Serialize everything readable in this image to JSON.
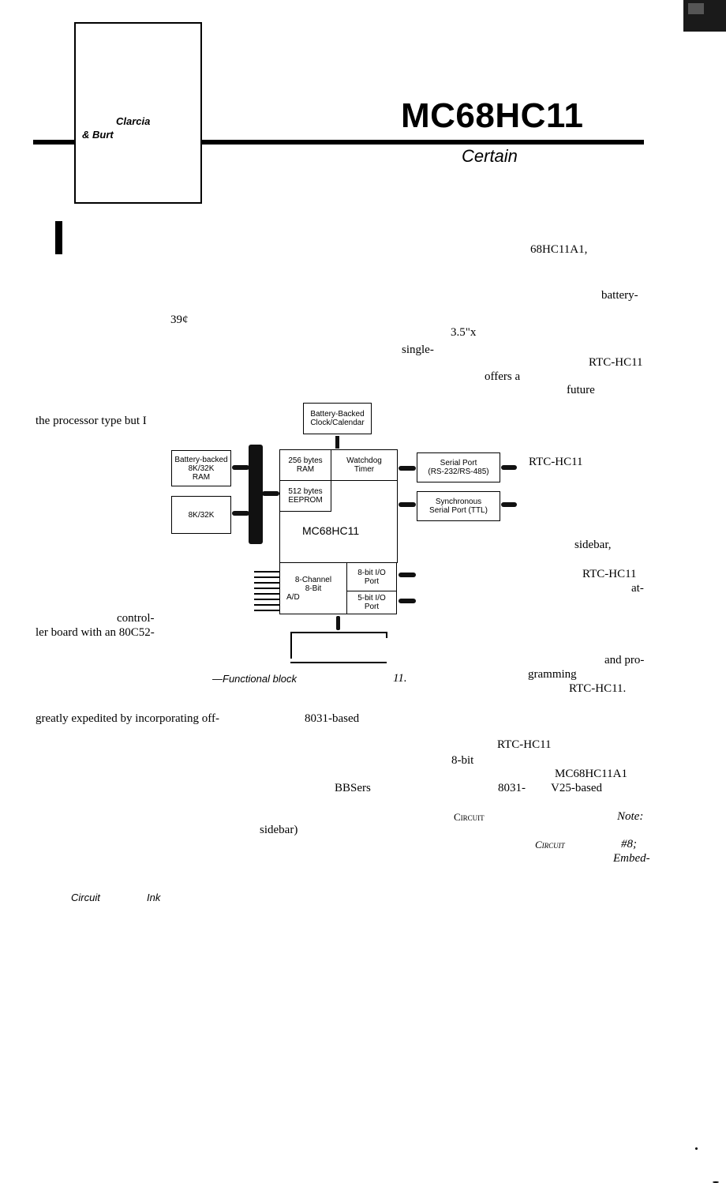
{
  "header": {
    "author_1": "Clarcia",
    "author_2": "& Burt",
    "title": "MC68HC11",
    "subtitle": "Certain"
  },
  "right_column": {
    "w1": "68HC11A1,",
    "w2": "battery-",
    "w3": "3.5\"x",
    "w4": "single-",
    "w5": "RTC-HC11",
    "w6": "offers a",
    "w7": "future",
    "w8": "RTC-HC11",
    "w9": "sidebar,",
    "w10": "RTC-HC11",
    "w11": "at-",
    "w12": "and pro-",
    "w13": "gramming",
    "w14": "RTC-HC11.",
    "w15": "RTC-HC11",
    "w16": "8-bit",
    "w17": "MC68HC11A1",
    "w18": "8031-",
    "w19": "V25-based",
    "w20": "Circuit",
    "w21": "Note:",
    "w22": "Circuit",
    "w23": "#8;",
    "w24": "Embed-"
  },
  "left_column": {
    "w1": "39¢",
    "w2": "the processor type but I",
    "w3": "control-",
    "w4": "ler board with an 80C52-",
    "w5": "greatly expedited by incorporating off-",
    "w6": "8031-based",
    "w7": "BBSers",
    "w8": "sidebar)",
    "w9": "Circuit",
    "w10": "Ink"
  },
  "diagram": {
    "clock": [
      "Battery-Backed",
      "Clock/Calendar"
    ],
    "bb_ram": [
      "Battery-backed",
      "8K/32K",
      "RAM"
    ],
    "rom": [
      "8K/32K"
    ],
    "ram256": [
      "256 bytes",
      "RAM"
    ],
    "watchdog": [
      "Watchdog",
      "Timer"
    ],
    "eeprom": [
      "512 bytes",
      "EEPROM"
    ],
    "mcu": "MC68HC11",
    "serial": [
      "Serial Port",
      "(RS-232/RS-485)"
    ],
    "sync": [
      "Synchronous",
      "Serial Port (TTL)"
    ],
    "adc": [
      "8-Channel",
      "8-Bit",
      "A/D"
    ],
    "io8": [
      "8-bit I/O",
      "Port"
    ],
    "io5": [
      "5-bit I/O",
      "Port"
    ],
    "caption_left": "—Functional block",
    "caption_right": "11."
  }
}
